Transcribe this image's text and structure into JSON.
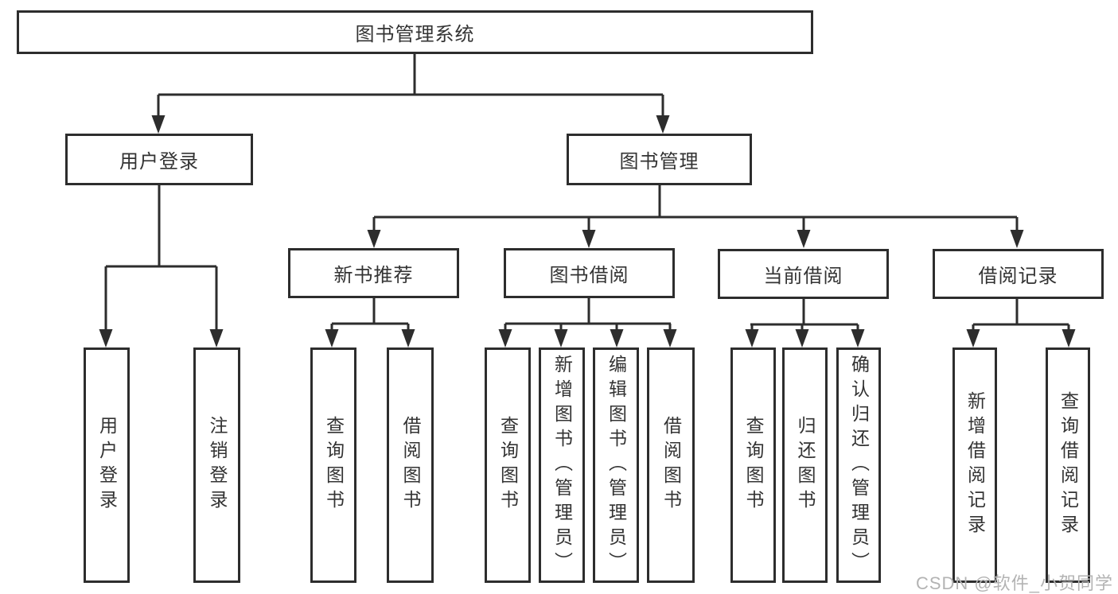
{
  "tree": {
    "root": {
      "label": "图书管理系统"
    },
    "user_branch": {
      "label": "用户登录",
      "children": [
        "用户登录",
        "注销登录"
      ]
    },
    "book_branch": {
      "label": "图书管理",
      "sections": [
        {
          "label": "新书推荐",
          "children": [
            "查询图书",
            "借阅图书"
          ]
        },
        {
          "label": "图书借阅",
          "children": [
            "查询图书",
            "新增图书（管理员）",
            "编辑图书（管理员）",
            "借阅图书"
          ]
        },
        {
          "label": "当前借阅",
          "children": [
            "查询图书",
            "归还图书",
            "确认归还（管理员）"
          ]
        },
        {
          "label": "借阅记录",
          "children": [
            "新增借阅记录",
            "查询借阅记录"
          ]
        }
      ]
    }
  },
  "watermark": {
    "text": "CSDN @软件_小贺同学"
  },
  "colors": {
    "background": "#ffffff",
    "box_border": "#2d2d2d",
    "line": "#2d2d2d",
    "text": "#333333",
    "watermark": "#b3b3b3"
  }
}
